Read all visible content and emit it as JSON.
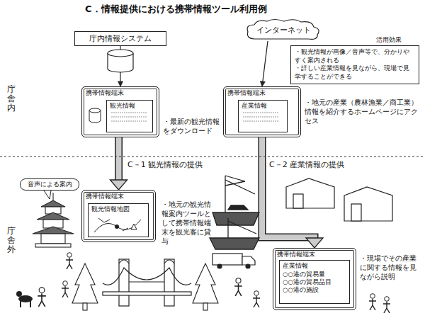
{
  "diagram": {
    "title": "C．情報提供における携帯情報ツール利用例",
    "nodes": [
      {
        "text": [
          "庁内情報システム"
        ]
      },
      {
        "text": [
          "インターネット"
        ]
      },
      {
        "text": [
          "携帯情報端末"
        ]
      },
      {
        "text": [
          "観光情報"
        ],
        "in": 2
      },
      {
        "text": [
          "携帯情報端末"
        ]
      },
      {
        "text": [
          "産業情報"
        ],
        "in": 4
      },
      {
        "text": [
          "活用効果",
          "・観光情報が画像／音声等で、分かりやすく案内される",
          "・詳しい産業情報を見ながら、現場で見学することができる"
        ]
      },
      {
        "text": [
          "携帯情報端末"
        ]
      },
      {
        "text": [
          "観光情報地図"
        ],
        "in": 7
      },
      {
        "text": [
          "携帯情報端末"
        ]
      },
      {
        "text": [
          "産業情報",
          "○○港の貿易量",
          "○○港の貿易品目",
          "○○港の施設"
        ],
        "in": 9
      },
      {
        "text": [
          "音声による案内"
        ]
      }
    ],
    "edges": [
      {
        "from": 0,
        "to": 2,
        "arrow": "to"
      },
      {
        "from": 1,
        "to": 4,
        "arrow": "to"
      },
      {
        "from": 2,
        "to": 7,
        "arrow": "to"
      },
      {
        "from": 4,
        "to": 9,
        "arrow": "to"
      }
    ],
    "labels": [
      "庁舎内",
      "庁舎外",
      "・最新の観光情報をダウンロード",
      "・地元の産業（農林漁業／商工業）情報を紹介するホームページにアクセス",
      "C－1 観光情報の提供",
      "C－2 産業情報の提供",
      "・地元の観光情報案内ツールとして携帯情報端末を観光客に貸与",
      "・現場でその産業に関する情報を見ながら説明"
    ]
  }
}
